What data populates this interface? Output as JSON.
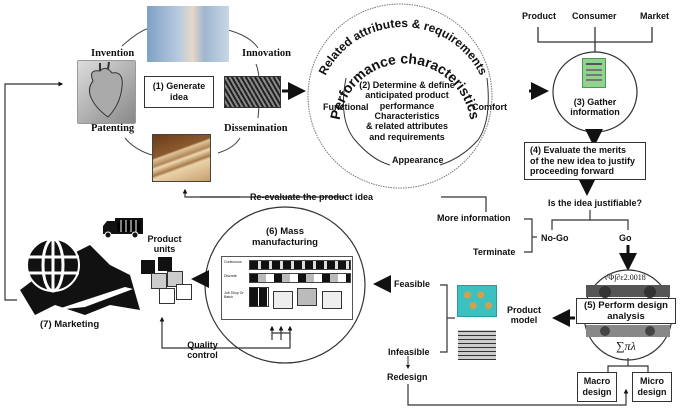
{
  "title": "Product development process flow diagram",
  "stage1": {
    "label": "(1) Generate idea",
    "cycle": [
      "Invention",
      "Innovation",
      "Dissemination",
      "Patenting"
    ],
    "images": [
      "heart-illustration",
      "ripped-jeans-photo",
      "mesh-fabric-sample",
      "layered-wood-laminate"
    ]
  },
  "stage2": {
    "outer_arc_text": "Related attributes & requirements",
    "inner_arc_text": "Performance characteristics",
    "label_lines": [
      "(2) Determine & define",
      "anticipated product",
      "performance",
      "Characteristics",
      "& related attributes",
      "and requirements"
    ],
    "left": "Functional",
    "right": "Comfort",
    "bottom": "Appearance"
  },
  "stage3": {
    "sources": [
      "Product",
      "Consumer",
      "Market"
    ],
    "label_lines": [
      "(3) Gather",
      "information"
    ]
  },
  "stage4": {
    "label_lines": [
      "(4) Evaluate the merits",
      "of the new idea to justify",
      "proceeding forward"
    ]
  },
  "decision": {
    "question": "Is the idea justifiable?",
    "no_go": "No-Go",
    "go": "Go",
    "no_go_options": [
      "More information",
      "Terminate"
    ],
    "reevaluate": "Re-evaluate the product idea"
  },
  "stage5": {
    "label_lines": [
      "(5) Perform design",
      "analysis"
    ],
    "formula_top": "√Φ∫∂ε2.0018",
    "formula_bottom": "∑πλ",
    "sub": [
      "Macro design",
      "Micro design"
    ]
  },
  "product_model": {
    "label_lines": [
      "Product",
      "model"
    ],
    "feasible": "Feasible",
    "infeasible": "Infeasible",
    "redesign": "Redesign"
  },
  "stage6": {
    "label_lines": [
      "(6) Mass",
      "manufacturing"
    ],
    "rows": [
      "Continuous",
      "Discrete",
      "Job Shop Or Batch"
    ]
  },
  "product_units": {
    "label_lines": [
      "Product",
      "units"
    ],
    "quality": [
      "Quality",
      "control"
    ]
  },
  "stage7": {
    "label": "(7) Marketing"
  }
}
